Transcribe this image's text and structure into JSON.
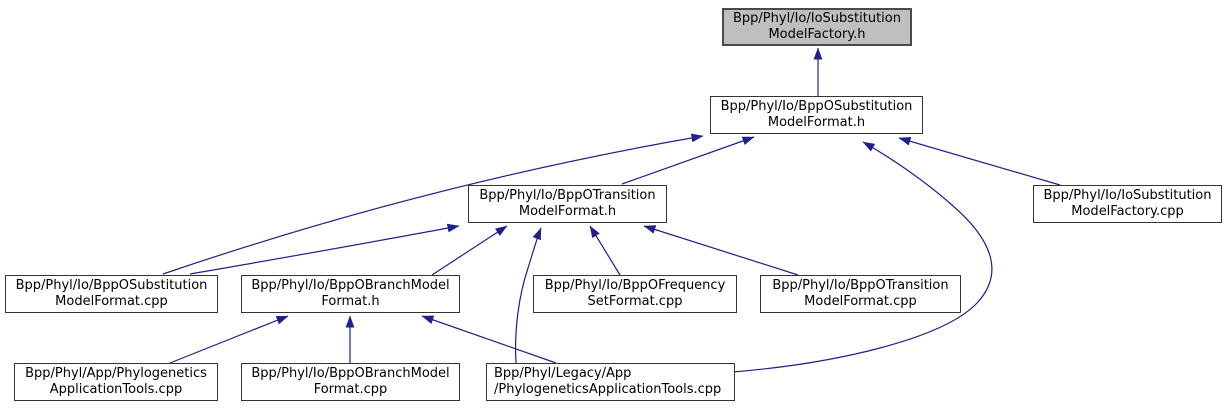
{
  "diagram": {
    "kind": "include-dependency-graph",
    "colors": {
      "background": "#ffffff",
      "edge": "#20208d",
      "node_fill": "#ffffff",
      "node_border": "#343434",
      "highlight_fill": "#bfbfbf",
      "text": "#000000"
    },
    "nodes": {
      "io_substitution_model_factory_h": {
        "label": "Bpp/Phyl/Io/IoSubstitution\nModelFactory.h",
        "highlighted": true
      },
      "bppo_substitution_model_format_h": {
        "label": "Bpp/Phyl/Io/BppOSubstitution\nModelFormat.h",
        "highlighted": false
      },
      "bppo_transition_model_format_h": {
        "label": "Bpp/Phyl/Io/BppOTransition\nModelFormat.h",
        "highlighted": false
      },
      "io_substitution_model_factory_cpp": {
        "label": "Bpp/Phyl/Io/IoSubstitution\nModelFactory.cpp",
        "highlighted": false
      },
      "bppo_substitution_model_format_cpp": {
        "label": "Bpp/Phyl/Io/BppOSubstitution\nModelFormat.cpp",
        "highlighted": false
      },
      "bppo_branch_model_format_h": {
        "label": "Bpp/Phyl/Io/BppOBranchModel\nFormat.h",
        "highlighted": false
      },
      "bppo_frequency_set_format_cpp": {
        "label": "Bpp/Phyl/Io/BppOFrequency\nSetFormat.cpp",
        "highlighted": false
      },
      "bppo_transition_model_format_cpp": {
        "label": "Bpp/Phyl/Io/BppOTransition\nModelFormat.cpp",
        "highlighted": false
      },
      "phylogenetics_application_tools_cpp": {
        "label": "Bpp/Phyl/App/Phylogenetics\nApplicationTools.cpp",
        "highlighted": false
      },
      "bppo_branch_model_format_cpp": {
        "label": "Bpp/Phyl/Io/BppOBranchModel\nFormat.cpp",
        "highlighted": false
      },
      "legacy_phylogenetics_application_tools_cpp": {
        "label": "Bpp/Phyl/Legacy/App\n/PhylogeneticsApplicationTools.cpp",
        "highlighted": false
      }
    },
    "edges": [
      {
        "from": "bppo_substitution_model_format_h",
        "to": "io_substitution_model_factory_h"
      },
      {
        "from": "bppo_transition_model_format_h",
        "to": "bppo_substitution_model_format_h"
      },
      {
        "from": "bppo_substitution_model_format_cpp",
        "to": "bppo_substitution_model_format_h"
      },
      {
        "from": "bppo_substitution_model_format_cpp",
        "to": "bppo_transition_model_format_h"
      },
      {
        "from": "io_substitution_model_factory_cpp",
        "to": "bppo_substitution_model_format_h"
      },
      {
        "from": "legacy_phylogenetics_application_tools_cpp",
        "to": "bppo_substitution_model_format_h"
      },
      {
        "from": "bppo_branch_model_format_h",
        "to": "bppo_transition_model_format_h"
      },
      {
        "from": "legacy_phylogenetics_application_tools_cpp",
        "to": "bppo_transition_model_format_h"
      },
      {
        "from": "bppo_frequency_set_format_cpp",
        "to": "bppo_transition_model_format_h"
      },
      {
        "from": "bppo_transition_model_format_cpp",
        "to": "bppo_transition_model_format_h"
      },
      {
        "from": "phylogenetics_application_tools_cpp",
        "to": "bppo_branch_model_format_h"
      },
      {
        "from": "bppo_branch_model_format_cpp",
        "to": "bppo_branch_model_format_h"
      },
      {
        "from": "legacy_phylogenetics_application_tools_cpp",
        "to": "bppo_branch_model_format_h"
      }
    ]
  }
}
